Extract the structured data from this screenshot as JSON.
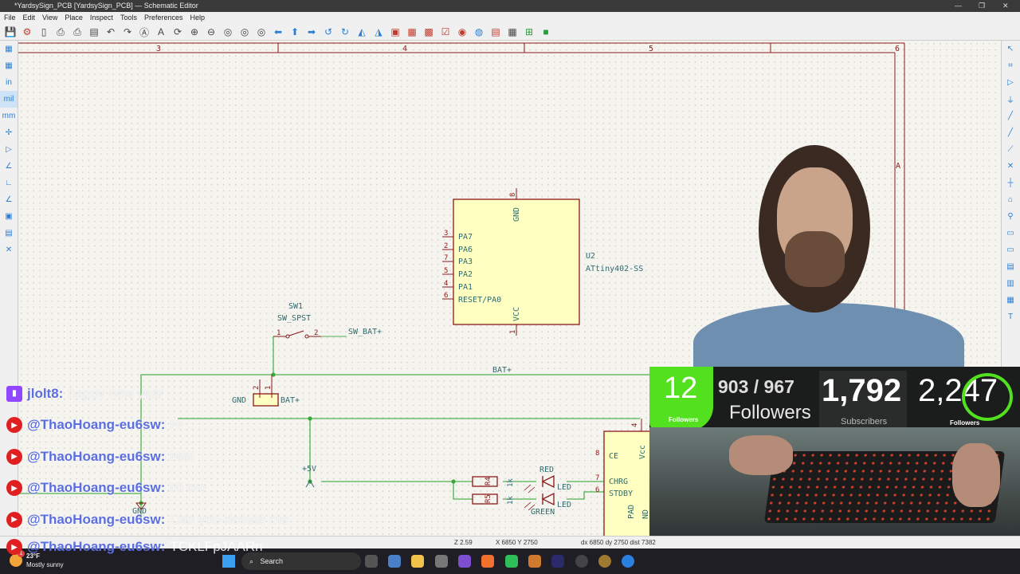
{
  "window": {
    "title": "*YardsySign_PCB [YardsySign_PCB] — Schematic Editor",
    "minimize": "—",
    "maximize": "❐",
    "close": "✕"
  },
  "menu": [
    "File",
    "Edit",
    "View",
    "Place",
    "Inspect",
    "Tools",
    "Preferences",
    "Help"
  ],
  "left_toolbar": {
    "units_in": "in",
    "units_mil": "mil",
    "units_mm": "mm"
  },
  "frame": {
    "columns": [
      "3",
      "4",
      "5",
      "6"
    ],
    "row": "A"
  },
  "schematic": {
    "u2": {
      "ref": "U2",
      "value": "ATtiny402-SS",
      "pins": [
        {
          "num": "3",
          "name": "PA7"
        },
        {
          "num": "2",
          "name": "PA6"
        },
        {
          "num": "7",
          "name": "PA3"
        },
        {
          "num": "5",
          "name": "PA2"
        },
        {
          "num": "4",
          "name": "PA1"
        },
        {
          "num": "6",
          "name": "RESET/PA0"
        }
      ],
      "gnd_pin": "8",
      "gnd": "GND",
      "vcc_pin": "1",
      "vcc": "VCC"
    },
    "sw1": {
      "ref": "SW1",
      "value": "SW_SPST",
      "pin1": "1",
      "pin2": "2"
    },
    "labels": {
      "sw_bat": "SW_BAT+",
      "bat_plus": "BAT+",
      "bat_plus2": "BAT+",
      "gnd": "GND",
      "gnd2": "GND",
      "plus5v": "+5V",
      "conn_pin2": "2",
      "conn_pin1": "1"
    },
    "charger": {
      "ce": "CE",
      "chrg": "CHRG",
      "stdby": "STDBY",
      "vcc": "Vcc",
      "pad": "PAD",
      "nd": "ND",
      "pin8": "8",
      "pin7": "7",
      "pin6": "6",
      "pin4": "4"
    },
    "r4": {
      "ref": "R4",
      "value": "1k"
    },
    "r5": {
      "ref": "R5",
      "value": "1k"
    },
    "led_red": {
      "value": "RED",
      "type": "LED"
    },
    "led_green": {
      "value": "GREEN",
      "type": "LED"
    }
  },
  "status": {
    "zoom": "Z 2.59",
    "coords": "X 6850  Y 2750",
    "delta": "dx 6850  dy 2750  dist 7382"
  },
  "chat": [
    {
      "platform": "twitch",
      "user": "jlolt8:",
      "text": "happy new year"
    },
    {
      "platform": "youtube",
      "user": "@ThaoHoang-eu6sw:",
      "text": "Hi"
    },
    {
      "platform": "youtube",
      "user": "@ThaoHoang-eu6sw:",
      "text": "Hiiiii"
    },
    {
      "platform": "youtube",
      "user": "@ThaoHoang-eu6sw:",
      "text": "Hi bro"
    },
    {
      "platform": "youtube",
      "user": "@ThaoHoang-eu6sw:",
      "text": "Can you donate me"
    },
    {
      "platform": "youtube",
      "user": "@ThaoHoang-eu6sw:",
      "text": "TCKLFpJAARn"
    }
  ],
  "stream_stats": {
    "goal_count": "12",
    "goal_label": "Followers",
    "goal_progress": "903 / 967",
    "goal_progress_label": "Followers",
    "subscribers": "1,792",
    "subscribers_label": "Subscribers",
    "followers": "2,247",
    "followers_label": "Followers"
  },
  "taskbar": {
    "weather_temp": "23°F",
    "weather_desc": "Mostly sunny",
    "weather_badge": "1",
    "search": "Search"
  },
  "colors": {
    "wire": "#4fb04f",
    "symbol": "#8b1a1a",
    "symbol_fill": "#ffffc2",
    "text": "#2f6b70",
    "accent_green": "#52e01f"
  }
}
